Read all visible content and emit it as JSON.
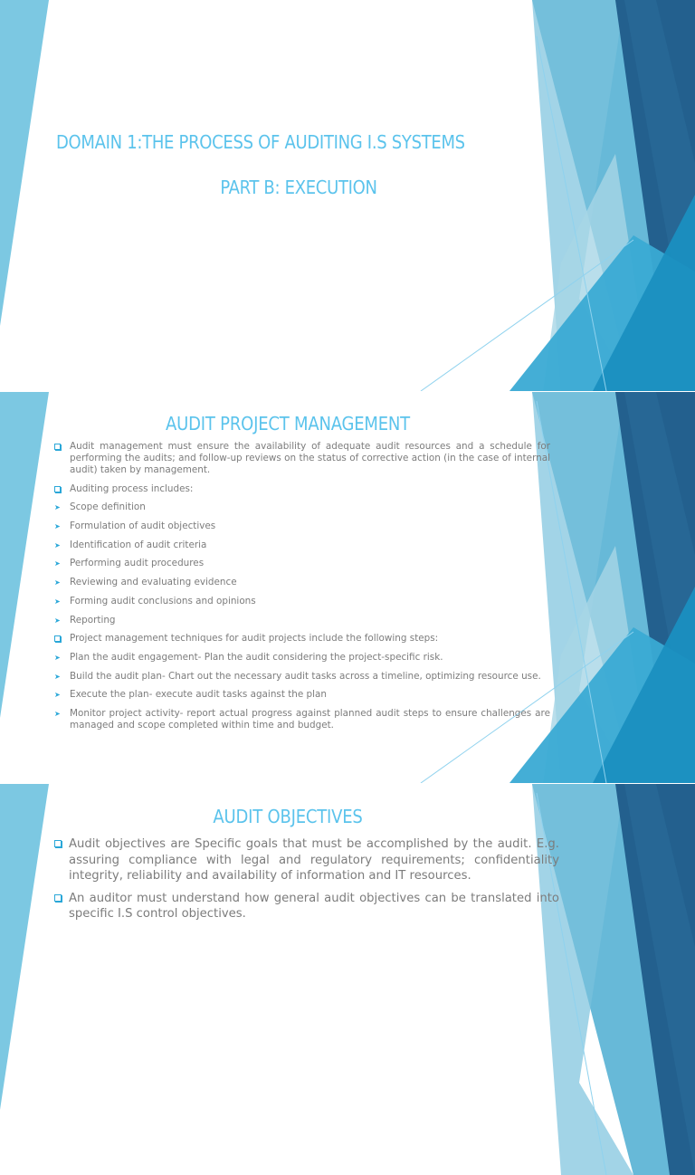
{
  "colors": {
    "title": "#5bc3ec",
    "body_text": "#7c7c7c",
    "bullet": "#2aa7d8",
    "shape_light": "#7cc8e2",
    "shape_mid": "#3ea9d1",
    "shape_dark": "#23608e"
  },
  "slides": [
    {
      "title_line1": "DOMAIN 1:THE PROCESS OF AUDITING I.S SYSTEMS",
      "title_line2": "PART B: EXECUTION"
    },
    {
      "heading": "AUDIT PROJECT MANAGEMENT",
      "items": [
        {
          "bullet": "square-icon",
          "text": "Audit management must ensure the availability of adequate audit resources and a schedule for performing the audits; and follow-up reviews on the status of corrective action (in the case of internal audit) taken by management."
        },
        {
          "bullet": "square-icon",
          "text": "Auditing process includes:"
        },
        {
          "bullet": "arrow-icon",
          "text": "Scope definition"
        },
        {
          "bullet": "arrow-icon",
          "text": "Formulation of audit objectives"
        },
        {
          "bullet": "arrow-icon",
          "text": "Identification of audit criteria"
        },
        {
          "bullet": "arrow-icon",
          "text": "Performing audit procedures"
        },
        {
          "bullet": "arrow-icon",
          "text": "Reviewing and evaluating evidence"
        },
        {
          "bullet": "arrow-icon",
          "text": "Forming audit conclusions and opinions"
        },
        {
          "bullet": "arrow-icon",
          "text": "Reporting"
        },
        {
          "bullet": "square-icon",
          "text": "Project management techniques for audit projects include the following steps:"
        },
        {
          "bullet": "arrow-icon",
          "text": "Plan the audit engagement- Plan the audit considering the project-specific risk."
        },
        {
          "bullet": "arrow-icon",
          "text": "Build the audit plan- Chart out the necessary audit tasks across a timeline, optimizing resource use."
        },
        {
          "bullet": "arrow-icon",
          "text": "Execute the plan- execute audit tasks against the plan"
        },
        {
          "bullet": "arrow-icon",
          "text": "Monitor project activity- report actual progress against planned audit steps to ensure challenges are managed and scope completed within time and budget."
        }
      ]
    },
    {
      "heading": "AUDIT OBJECTIVES",
      "items": [
        {
          "bullet": "square-icon",
          "text": "Audit objectives are Specific goals that must be accomplished by the audit. E.g. assuring compliance with legal and regulatory requirements; confidentiality integrity, reliability and availability of information and IT resources."
        },
        {
          "bullet": "square-icon",
          "text": "An auditor must understand how general audit objectives can be translated into specific I.S control objectives."
        }
      ]
    }
  ]
}
